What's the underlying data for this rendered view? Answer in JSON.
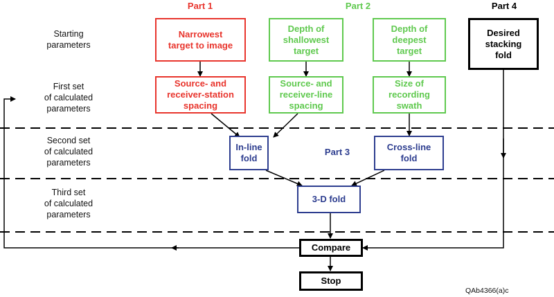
{
  "colors": {
    "part1": "#e8342c",
    "part2": "#5fc94e",
    "part3": "#2d3d8f",
    "part4": "#000000"
  },
  "parts": {
    "part1": "Part 1",
    "part2": "Part 2",
    "part3": "Part 3",
    "part4": "Part 4"
  },
  "row_labels": {
    "starting": "Starting\nparameters",
    "first": "First set\nof calculated\nparameters",
    "second": "Second set\nof calculated\nparameters",
    "third": "Third set\nof calculated\nparameters"
  },
  "boxes": {
    "narrowest_target": "Narrowest\ntarget to image",
    "depth_shallowest": "Depth of\nshallowest\ntarget",
    "depth_deepest": "Depth of\ndeepest\ntarget",
    "desired_fold": "Desired\nstacking\nfold",
    "source_receiver_station": "Source- and\nreceiver-station\nspacing",
    "source_receiver_line": "Source- and\nreceiver-line\nspacing",
    "recording_swath": "Size of\nrecording\nswath",
    "inline_fold": "In-line\nfold",
    "crossline_fold": "Cross-line\nfold",
    "fold_3d": "3-D fold",
    "compare": "Compare",
    "stop": "Stop"
  },
  "figure_code": "QAb4366(a)c"
}
